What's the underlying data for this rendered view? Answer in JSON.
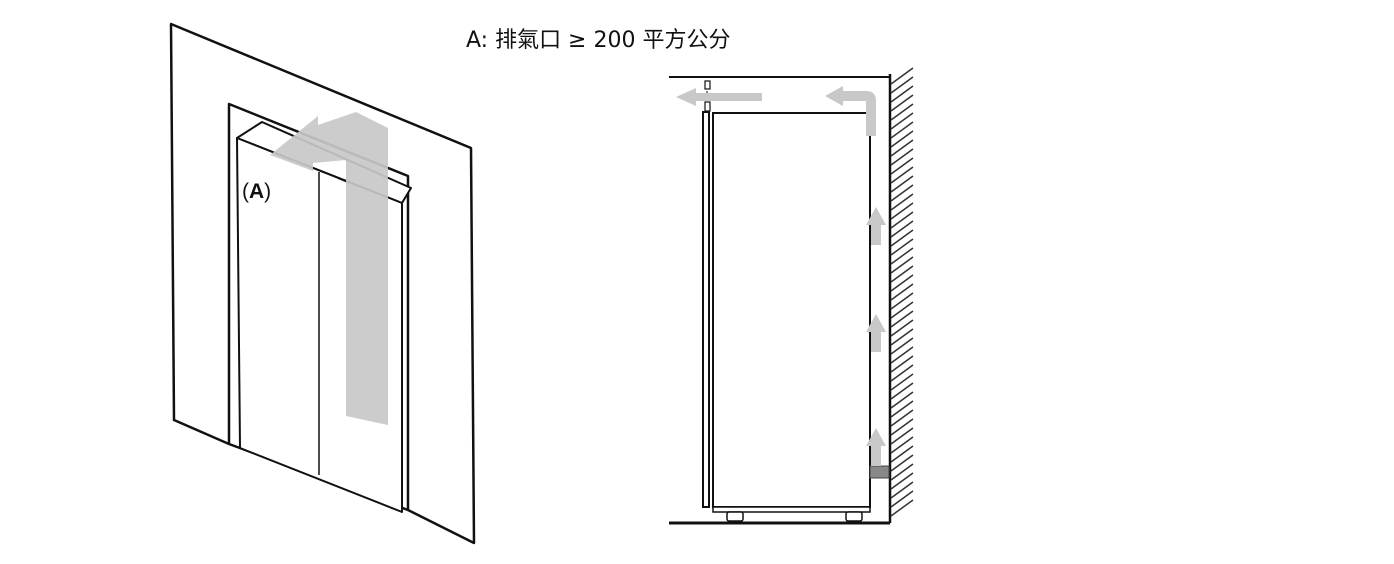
{
  "caption": "A: 排氣口 ≥ 200 平方公分",
  "callout": {
    "open": "(",
    "letter": "A",
    "close": ")"
  },
  "colors": {
    "line": "#111111",
    "arrow": "#c8c8c8",
    "hatch": "#333333",
    "vent": "#888888"
  },
  "icons": [
    "airflow-arrow-icon",
    "wall-hatching"
  ]
}
